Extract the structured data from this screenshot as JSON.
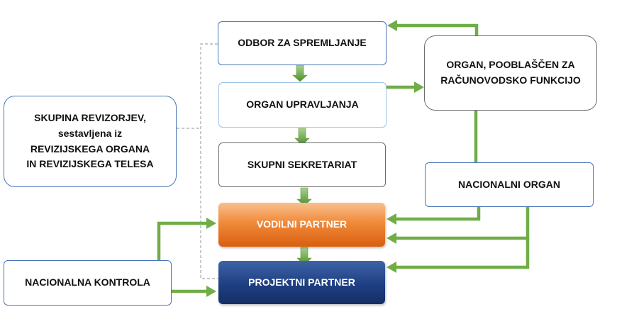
{
  "diagram": {
    "nodes": {
      "odbor": {
        "lines": [
          "ODBOR ZA SPREMLJANJE"
        ]
      },
      "organ_upravljanja": {
        "lines": [
          "ORGAN UPRAVLJANJA"
        ]
      },
      "skupni_sekretariat": {
        "lines": [
          "SKUPNI SEKRETARIAT"
        ]
      },
      "vodilni_partner": {
        "lines": [
          "VODILNI PARTNER"
        ]
      },
      "projektni_partner": {
        "lines": [
          "PROJEKTNI PARTNER"
        ]
      },
      "racunovodska": {
        "lines": [
          "ORGAN, POOBLAŠČEN ZA",
          "RAČUNOVODSKO FUNKCIJO"
        ]
      },
      "nacionalni_organ": {
        "lines": [
          "NACIONALNI ORGAN"
        ]
      },
      "skupina_revizorjev": {
        "lines": [
          "SKUPINA REVIZORJEV,",
          "sestavljena iz",
          "REVIZIJSKEGA ORGANA",
          "IN REVIZIJSKEGA TELESA"
        ]
      },
      "nacionalna_kontrola": {
        "lines": [
          "NACIONALNA KONTROLA"
        ]
      }
    },
    "colors": {
      "arrow_green": "#70ad47",
      "arrow_block_top": "#a9d18e",
      "arrow_block_bottom": "#4e8f2a",
      "dashed_grey": "#a6a6a6",
      "box_blue_border": "#4a76b8",
      "box_grey_border": "#6d6d6d",
      "vodilni_fill": "#f08a3a",
      "projektni_fill": "#1e3f82"
    }
  }
}
